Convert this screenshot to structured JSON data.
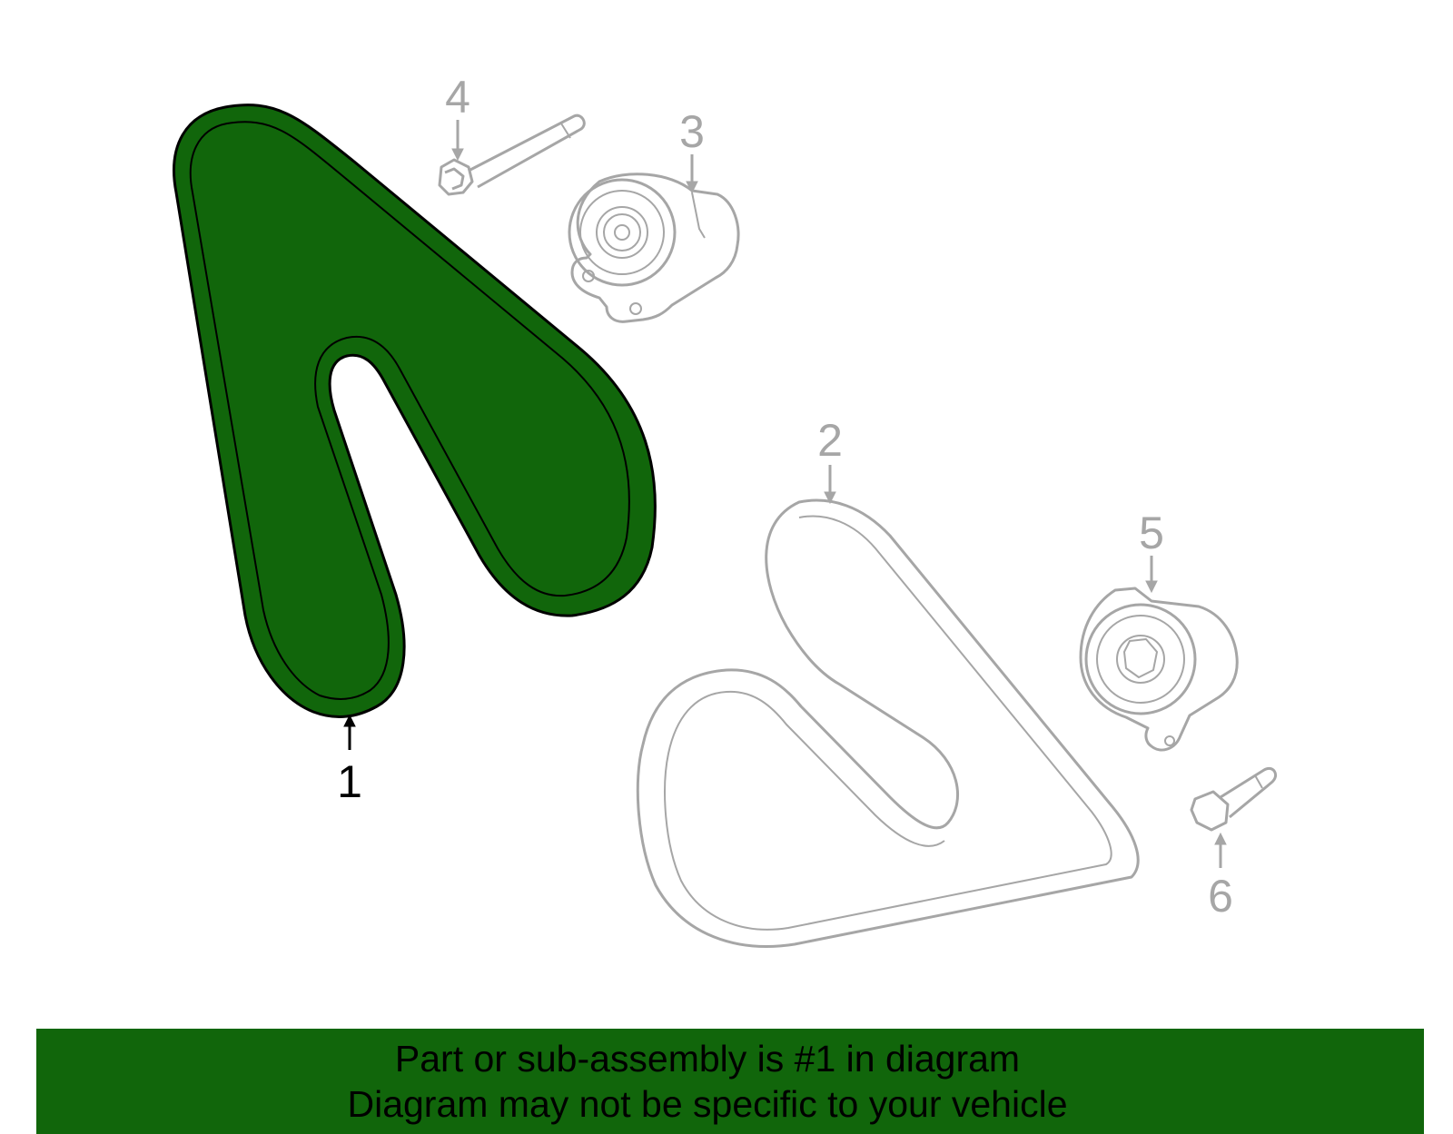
{
  "colors": {
    "highlight_fill": "#11660b",
    "highlight_stroke": "#000000",
    "muted_stroke": "#a6a6a6",
    "banner_bg": "#11660b"
  },
  "callouts": [
    {
      "number": "1",
      "part": "highlighted-belt",
      "highlighted": true
    },
    {
      "number": "2",
      "part": "belt",
      "highlighted": false
    },
    {
      "number": "3",
      "part": "tensioner",
      "highlighted": false
    },
    {
      "number": "4",
      "part": "bolt",
      "highlighted": false
    },
    {
      "number": "5",
      "part": "idler-pulley",
      "highlighted": false
    },
    {
      "number": "6",
      "part": "bolt",
      "highlighted": false
    }
  ],
  "banner": {
    "line1": "Part or sub-assembly is #1 in diagram",
    "line2": "Diagram may not be specific to your vehicle"
  }
}
